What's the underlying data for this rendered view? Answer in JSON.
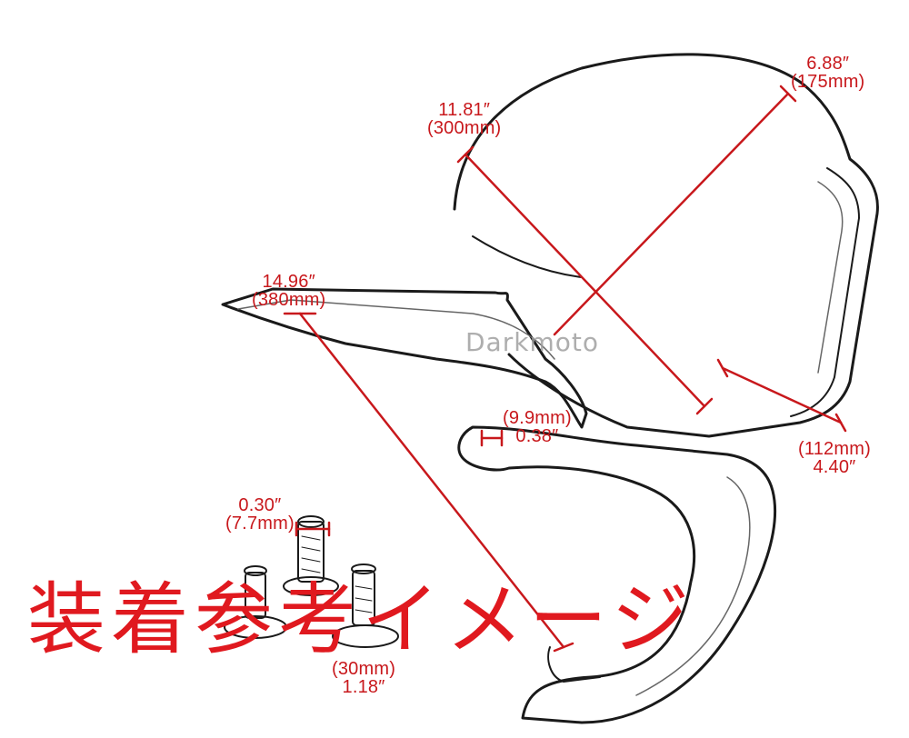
{
  "watermark": "Darkmoto",
  "caption": "装着参考イメージ",
  "colors": {
    "dimension": "#c8181c",
    "caption": "#e0191f",
    "outline": "#1a1a1a"
  },
  "dimensions": {
    "width_top": {
      "inch": "6.88″",
      "mm": "(175mm)"
    },
    "height_main": {
      "inch": "11.81″",
      "mm": "(300mm)"
    },
    "bracket_length": {
      "inch": "14.96″",
      "mm": "(380mm)"
    },
    "gap": {
      "inch": "0.38″",
      "mm": "(9.9mm)"
    },
    "depth": {
      "inch": "4.40″",
      "mm": "(112mm)"
    },
    "bolt_diameter": {
      "inch": "0.30″",
      "mm": "(7.7mm)"
    },
    "bolt_length": {
      "inch": "1.18″",
      "mm": "(30mm)"
    }
  }
}
